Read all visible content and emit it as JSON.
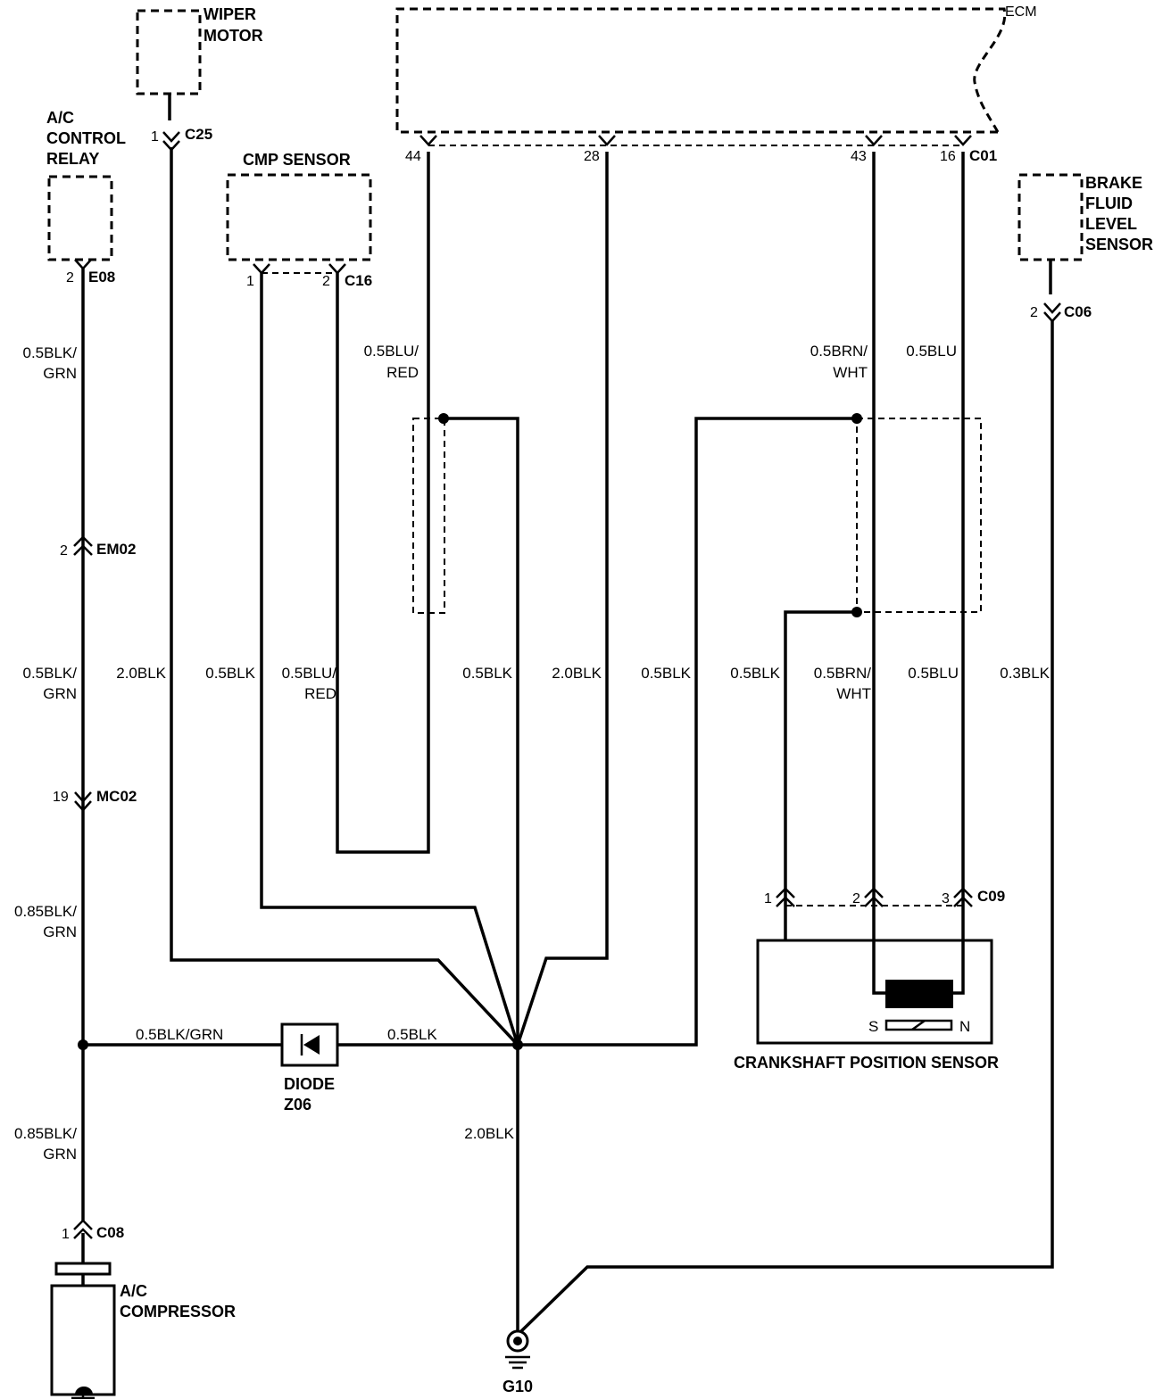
{
  "components": {
    "wiper_motor": [
      "WIPER",
      "MOTOR"
    ],
    "ac_control_relay": [
      "A/C",
      "CONTROL",
      "RELAY"
    ],
    "cmp_sensor": "CMP SENSOR",
    "ecm": "ECM",
    "brake_fluid_level_sensor": [
      "BRAKE",
      "FLUID",
      "LEVEL",
      "SENSOR"
    ],
    "crankshaft_position_sensor": "CRANKSHAFT POSITION SENSOR",
    "ac_compressor": [
      "A/C",
      "COMPRESSOR"
    ],
    "diode": [
      "DIODE",
      "Z06"
    ],
    "ground": "G10",
    "sensor_pole_s": "S",
    "sensor_pole_n": "N"
  },
  "connectors": {
    "c25": {
      "name": "C25",
      "pin": "1"
    },
    "e08": {
      "name": "E08",
      "pin": "2"
    },
    "c16": {
      "name": "C16",
      "pin_1": "1",
      "pin_2": "2"
    },
    "c01": {
      "name": "C01",
      "pins": [
        "44",
        "28",
        "43",
        "16"
      ]
    },
    "c06": {
      "name": "C06",
      "pin": "2"
    },
    "em02": {
      "name": "EM02",
      "pin": "2"
    },
    "mc02": {
      "name": "MC02",
      "pin": "19"
    },
    "c09": {
      "name": "C09",
      "pins": [
        "1",
        "2",
        "3"
      ]
    },
    "c08": {
      "name": "C08",
      "pin": "1"
    }
  },
  "wires": {
    "relay_upper": [
      "0.5BLK/",
      "GRN"
    ],
    "relay_mid": [
      "0.5BLK/",
      "GRN"
    ],
    "relay_lower": [
      "0.85BLK/",
      "GRN"
    ],
    "compressor_feed": [
      "0.85BLK/",
      "GRN"
    ],
    "wiper_ground": "2.0BLK",
    "cmp_pin1": "0.5BLK",
    "cmp_pin2": [
      "0.5BLU/",
      "RED"
    ],
    "ecm44": [
      "0.5BLU/",
      "RED"
    ],
    "shield_left_drain": "0.5BLK",
    "ecm28": "2.0BLK",
    "shield_right_drain": "0.5BLK",
    "ckp_pin1": "0.5BLK",
    "ecm43_upper": [
      "0.5BRN/",
      "WHT"
    ],
    "ecm43_lower": [
      "0.5BRN/",
      "WHT"
    ],
    "ecm16_upper": "0.5BLU",
    "ecm16_lower": "0.5BLU",
    "brake_ground": "0.3BLK",
    "diode_in": "0.5BLK/GRN",
    "diode_out": "0.5BLK",
    "main_ground": "2.0BLK"
  }
}
